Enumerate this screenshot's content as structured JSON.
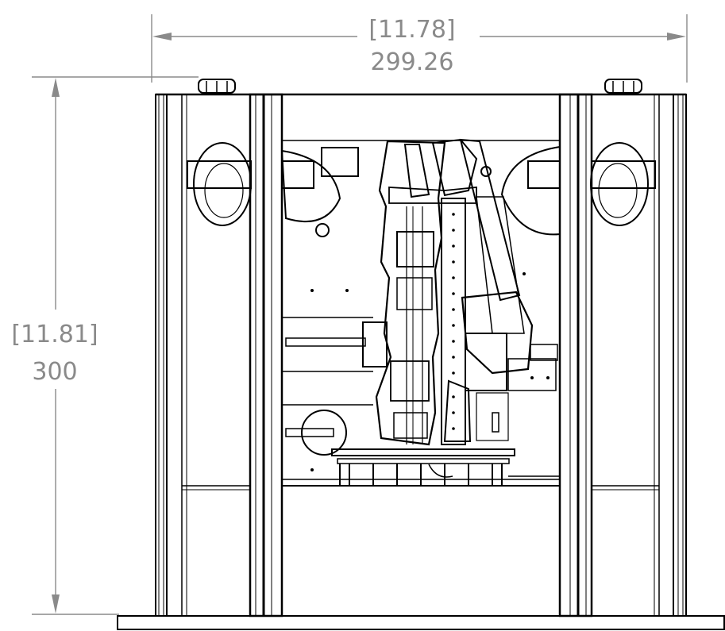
{
  "drawing": {
    "dimensions": {
      "width": {
        "imperial": "[11.78]",
        "metric": "299.26"
      },
      "height": {
        "imperial": "[11.81]",
        "metric": "300"
      }
    },
    "colors": {
      "line": "#000000",
      "dimension": "#8a8a8a",
      "background": "#ffffff"
    }
  }
}
